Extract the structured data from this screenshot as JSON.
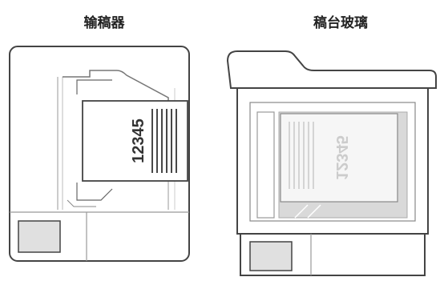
{
  "panels": [
    {
      "title": "输稿器",
      "document_text": "12345"
    },
    {
      "title": "稿台玻璃",
      "document_text": "12345"
    }
  ]
}
